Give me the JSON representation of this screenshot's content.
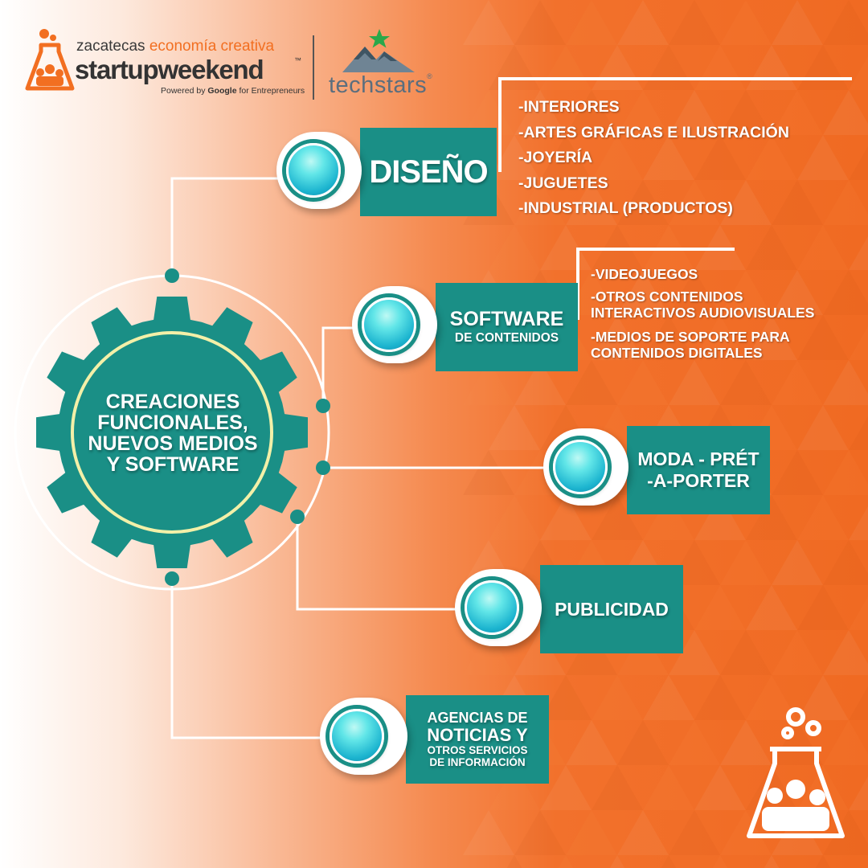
{
  "header": {
    "city": "zacatecas",
    "subtitle": "economía creativa",
    "brand": "startupweekend",
    "trademark": "™",
    "powered_prefix": "Powered by ",
    "powered_google": "Google",
    "powered_suffix": " for Entrepreneurs",
    "partner": "techstars",
    "partner_mark": "®"
  },
  "center": {
    "lines": [
      "CREACIONES",
      "FUNCIONALES,",
      "NUEVOS MEDIOS",
      "Y SOFTWARE"
    ]
  },
  "categories": [
    {
      "lines": [
        "DISEÑO"
      ],
      "subitems": [
        "-INTERIORES",
        "-ARTES GRÁFICAS E ILUSTRACIÓN",
        "-JOYERÍA",
        "-JUGUETES",
        "-INDUSTRIAL (PRODUCTOS)"
      ]
    },
    {
      "lines": [
        "SOFTWARE",
        "DE CONTENIDOS"
      ],
      "subitems": [
        "-VIDEOJUEGOS",
        "-OTROS CONTENIDOS",
        "INTERACTIVOS AUDIOVISUALES",
        "-MEDIOS DE SOPORTE PARA",
        "CONTENIDOS DIGITALES"
      ]
    },
    {
      "lines": [
        "MODA - PRÉT",
        "-A-PORTER"
      ],
      "subitems": []
    },
    {
      "lines": [
        "PUBLICIDAD"
      ],
      "subitems": []
    },
    {
      "lines": [
        "AGENCIAS DE",
        "NOTICIAS Y",
        "OTROS SERVICIOS",
        "DE INFORMACIÓN"
      ],
      "subitems": []
    }
  ],
  "colors": {
    "teal": "#1a8f86",
    "orange": "#f26f21",
    "orb": "#2cc3d6",
    "gear_ring": "#f3f0a8"
  },
  "icons": {
    "flask_logo": "flask-logo-icon",
    "techstars_logo": "star-mountain-icon",
    "corner_logo": "flask-people-icon"
  }
}
